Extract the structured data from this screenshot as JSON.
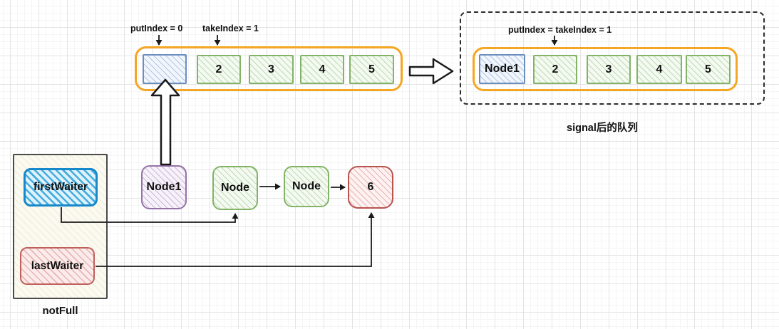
{
  "diagram": {
    "before_queue": {
      "put_index_label": "putIndex = 0",
      "take_index_label": "takeIndex = 1",
      "cells": [
        "",
        "2",
        "3",
        "4",
        "5"
      ]
    },
    "after_queue": {
      "index_label": "putIndex = takeIndex = 1",
      "cells": [
        "Node1",
        "2",
        "3",
        "4",
        "5"
      ],
      "caption": "signal后的队列"
    },
    "not_full_condition": {
      "first_waiter_label": "firstWaiter",
      "last_waiter_label": "lastWaiter",
      "caption": "notFull"
    },
    "wait_nodes": {
      "node1": "Node1",
      "node2": "Node",
      "node3": "Node",
      "node4": "6"
    },
    "colors": {
      "queue_frame_orange": "#f5a623",
      "cell_blue_border": "#6c8ebf",
      "cell_green_border": "#82b366",
      "node_purple_border": "#9673a6",
      "node_red_border": "#b85450",
      "first_waiter_blue": "#1788c9",
      "last_waiter_red": "#c0605c",
      "connector_black": "#1a1a1a",
      "grid_major": "#e4e4e4",
      "grid_minor": "#f5f5f5"
    }
  }
}
